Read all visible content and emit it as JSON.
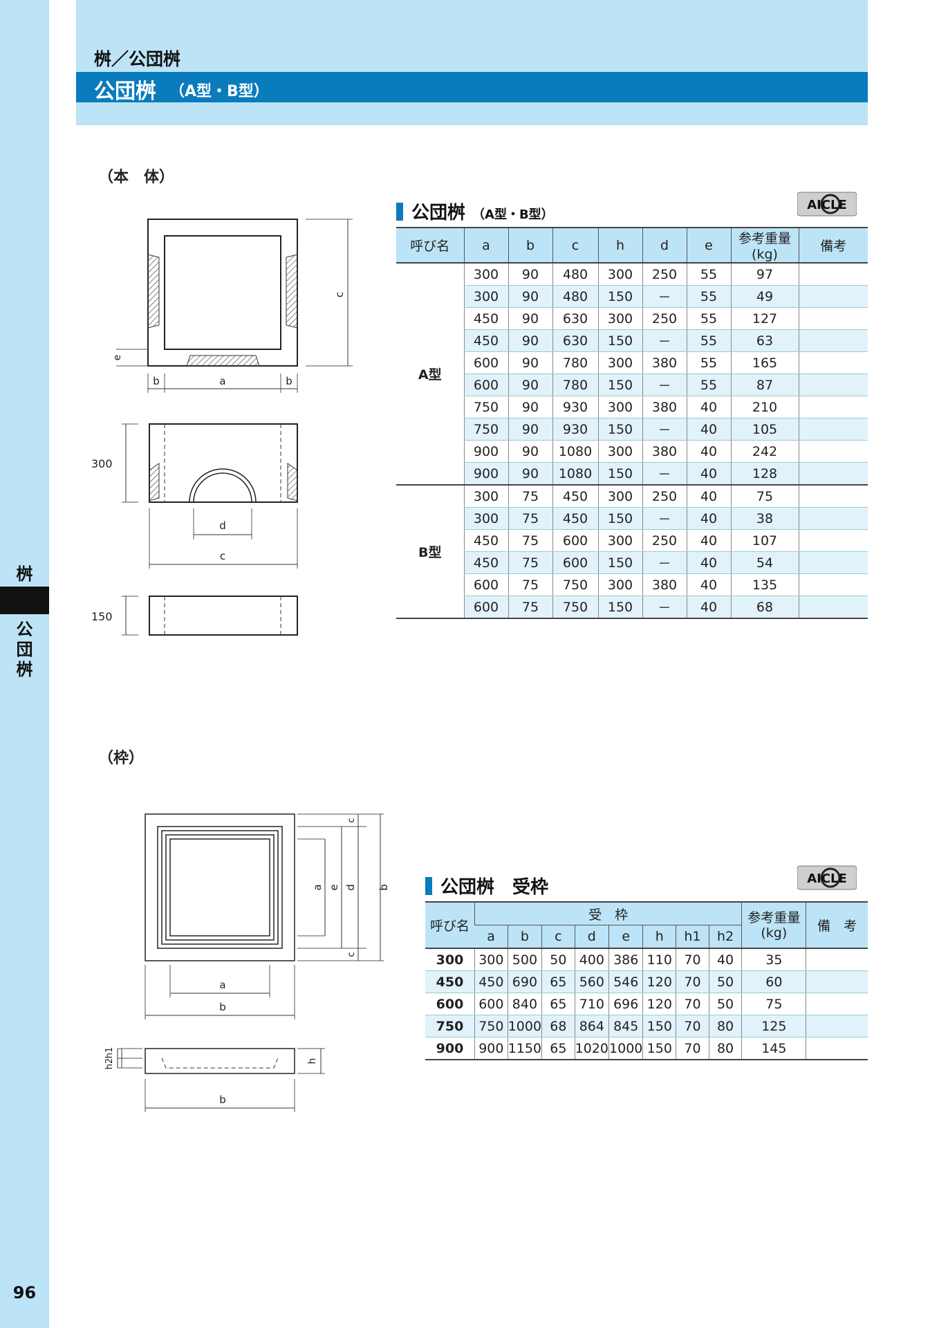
{
  "page": {
    "number": "96",
    "side_category": "桝",
    "side_label_chars": [
      "公",
      "団",
      "桝"
    ],
    "accent_color": "#0a7bbd",
    "band_color": "#bde4f6",
    "breadcrumb": "桝／公団桝",
    "title_main": "公団桝",
    "title_sub": "（A型・B型）"
  },
  "body_section": {
    "label": "（本　体）",
    "dims": {
      "b": "b",
      "a": "a",
      "c": "c",
      "e": "e",
      "d": "d",
      "h300": "300",
      "h150": "150"
    }
  },
  "frame_section": {
    "label": "（枠）",
    "dims": {
      "a": "a",
      "b": "b",
      "c": "c",
      "d": "d",
      "e": "e",
      "h": "h",
      "h1": "h1",
      "h2": "h2"
    }
  },
  "logo": {
    "text": "AICLE"
  },
  "table_body": {
    "title": "公団桝",
    "subtitle": "（A型・B型）",
    "headers": [
      "呼び名",
      "a",
      "b",
      "c",
      "h",
      "d",
      "e",
      "参考重量(kg)",
      "備考"
    ],
    "groups": [
      {
        "name": "A型",
        "rows": [
          [
            "300",
            "90",
            "480",
            "300",
            "250",
            "55",
            "97",
            ""
          ],
          [
            "300",
            "90",
            "480",
            "150",
            "－",
            "55",
            "49",
            ""
          ],
          [
            "450",
            "90",
            "630",
            "300",
            "250",
            "55",
            "127",
            ""
          ],
          [
            "450",
            "90",
            "630",
            "150",
            "－",
            "55",
            "63",
            ""
          ],
          [
            "600",
            "90",
            "780",
            "300",
            "380",
            "55",
            "165",
            ""
          ],
          [
            "600",
            "90",
            "780",
            "150",
            "－",
            "55",
            "87",
            ""
          ],
          [
            "750",
            "90",
            "930",
            "300",
            "380",
            "40",
            "210",
            ""
          ],
          [
            "750",
            "90",
            "930",
            "150",
            "－",
            "40",
            "105",
            ""
          ],
          [
            "900",
            "90",
            "1080",
            "300",
            "380",
            "40",
            "242",
            ""
          ],
          [
            "900",
            "90",
            "1080",
            "150",
            "－",
            "40",
            "128",
            ""
          ]
        ]
      },
      {
        "name": "B型",
        "rows": [
          [
            "300",
            "75",
            "450",
            "300",
            "250",
            "40",
            "75",
            ""
          ],
          [
            "300",
            "75",
            "450",
            "150",
            "－",
            "40",
            "38",
            ""
          ],
          [
            "450",
            "75",
            "600",
            "300",
            "250",
            "40",
            "107",
            ""
          ],
          [
            "450",
            "75",
            "600",
            "150",
            "－",
            "40",
            "54",
            ""
          ],
          [
            "600",
            "75",
            "750",
            "300",
            "380",
            "40",
            "135",
            ""
          ],
          [
            "600",
            "75",
            "750",
            "150",
            "－",
            "40",
            "68",
            ""
          ]
        ]
      }
    ]
  },
  "table_frame": {
    "title": "公団桝　受枠",
    "header_name": "呼び名",
    "header_group": "受　枠",
    "header_weight": "参考重量\n(kg)",
    "header_note": "備　考",
    "sub_headers": [
      "a",
      "b",
      "c",
      "d",
      "e",
      "h",
      "h1",
      "h2"
    ],
    "rows": [
      [
        "300",
        "300",
        "500",
        "50",
        "400",
        "386",
        "110",
        "70",
        "40",
        "35",
        ""
      ],
      [
        "450",
        "450",
        "690",
        "65",
        "560",
        "546",
        "120",
        "70",
        "50",
        "60",
        ""
      ],
      [
        "600",
        "600",
        "840",
        "65",
        "710",
        "696",
        "120",
        "70",
        "50",
        "75",
        ""
      ],
      [
        "750",
        "750",
        "1000",
        "68",
        "864",
        "845",
        "150",
        "70",
        "80",
        "125",
        ""
      ],
      [
        "900",
        "900",
        "1150",
        "65",
        "1020",
        "1000",
        "150",
        "70",
        "80",
        "145",
        ""
      ]
    ]
  }
}
